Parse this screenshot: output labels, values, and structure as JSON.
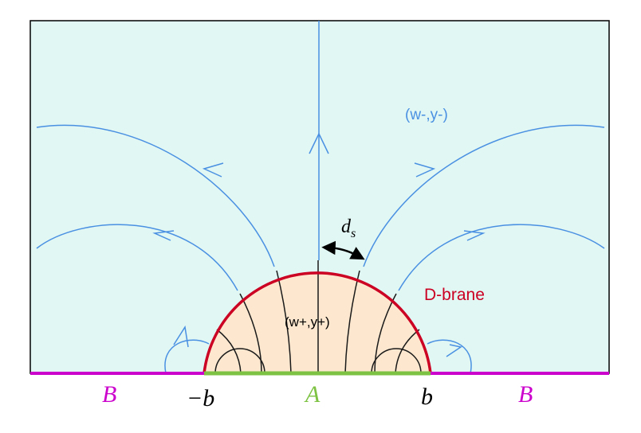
{
  "labels": {
    "outer_region": "(w-,y-)",
    "inner_region": "(w+,y+)",
    "brane": "D-brane",
    "separation_base": "d",
    "separation_sub": "s",
    "left_segment": "B",
    "right_segment": "B",
    "middle_segment": "A",
    "left_endpoint": "−b",
    "right_endpoint": "b"
  },
  "colors": {
    "outer_fill": "#e0f7f4",
    "inner_fill": "#fde8cf",
    "brane": "#cc0022",
    "flow_lines": "#4a90e2",
    "inner_lines": "#1a1a1a",
    "segment_B": "#cc00cc",
    "segment_A": "#7dc242",
    "frame": "#000000"
  }
}
